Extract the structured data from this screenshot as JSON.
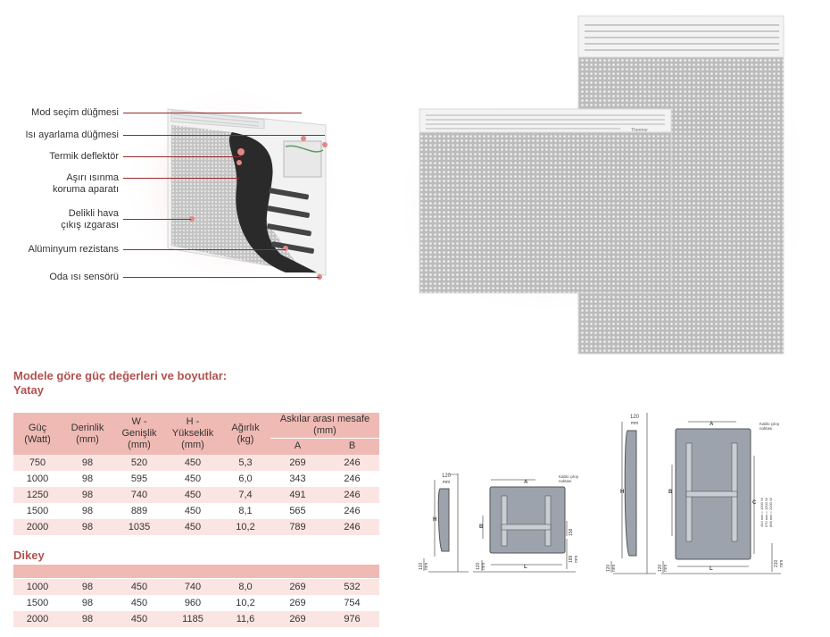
{
  "callouts": [
    {
      "label": "Mod seçim düğmesi"
    },
    {
      "label": "Isı ayarlama düğmesi"
    },
    {
      "label": "Termik deflektör"
    },
    {
      "label": "Aşırı ısınma\nkoruma aparatı"
    },
    {
      "label": "Delikli hava\nçıkış ızgarası"
    },
    {
      "label": "Alüminyum rezistans"
    },
    {
      "label": "Oda ısı sensörü"
    }
  ],
  "heading": {
    "title": "Modele göre güç değerleri ve boyutlar:",
    "horizontal": "Yatay",
    "vertical": "Dikey"
  },
  "table": {
    "headers": {
      "power": "Güç\n(Watt)",
      "depth": "Derinlik\n(mm)",
      "width": "W -\nGenişlik\n(mm)",
      "height": "H -\nYükseklik\n(mm)",
      "weight": "Ağırlık\n(kg)",
      "spacing": "Askılar arası mesafe\n(mm)",
      "a": "A",
      "b": "B"
    },
    "horizontal_rows": [
      [
        "750",
        "98",
        "520",
        "450",
        "5,3",
        "269",
        "246"
      ],
      [
        "1000",
        "98",
        "595",
        "450",
        "6,0",
        "343",
        "246"
      ],
      [
        "1250",
        "98",
        "740",
        "450",
        "7,4",
        "491",
        "246"
      ],
      [
        "1500",
        "98",
        "889",
        "450",
        "8,1",
        "565",
        "246"
      ],
      [
        "2000",
        "98",
        "1035",
        "450",
        "10,2",
        "789",
        "246"
      ]
    ],
    "vertical_rows": [
      [
        "1000",
        "98",
        "450",
        "740",
        "8,0",
        "269",
        "532"
      ],
      [
        "1500",
        "98",
        "450",
        "960",
        "10,2",
        "269",
        "754"
      ],
      [
        "2000",
        "98",
        "450",
        "1185",
        "11,6",
        "269",
        "976"
      ]
    ]
  },
  "product_brand": "Thermor",
  "diagrams": {
    "horizontal": {
      "depth": "120",
      "depth_unit": "mm",
      "floor_gap": "120",
      "floor_unit": "mm",
      "h": "H",
      "a": "A",
      "b": "B",
      "l": "L",
      "gap": "158",
      "bottom": "189",
      "bottom_unit": "mm",
      "cable_note": "Kablo çıkış\nnoktası"
    },
    "vertical": {
      "depth": "120",
      "depth_unit": "mm",
      "floor_gap": "120",
      "floor_unit": "mm",
      "h": "H",
      "a": "A",
      "b": "B",
      "c": "C",
      "l": "L",
      "bottom": "210",
      "bottom_unit": "mm",
      "cable_note": "Kablo çıkış\nnoktası",
      "sizes": [
        "444 mm = 1000 W",
        "670 mm = 1500 W",
        "898 mm = 2000 W"
      ]
    }
  }
}
